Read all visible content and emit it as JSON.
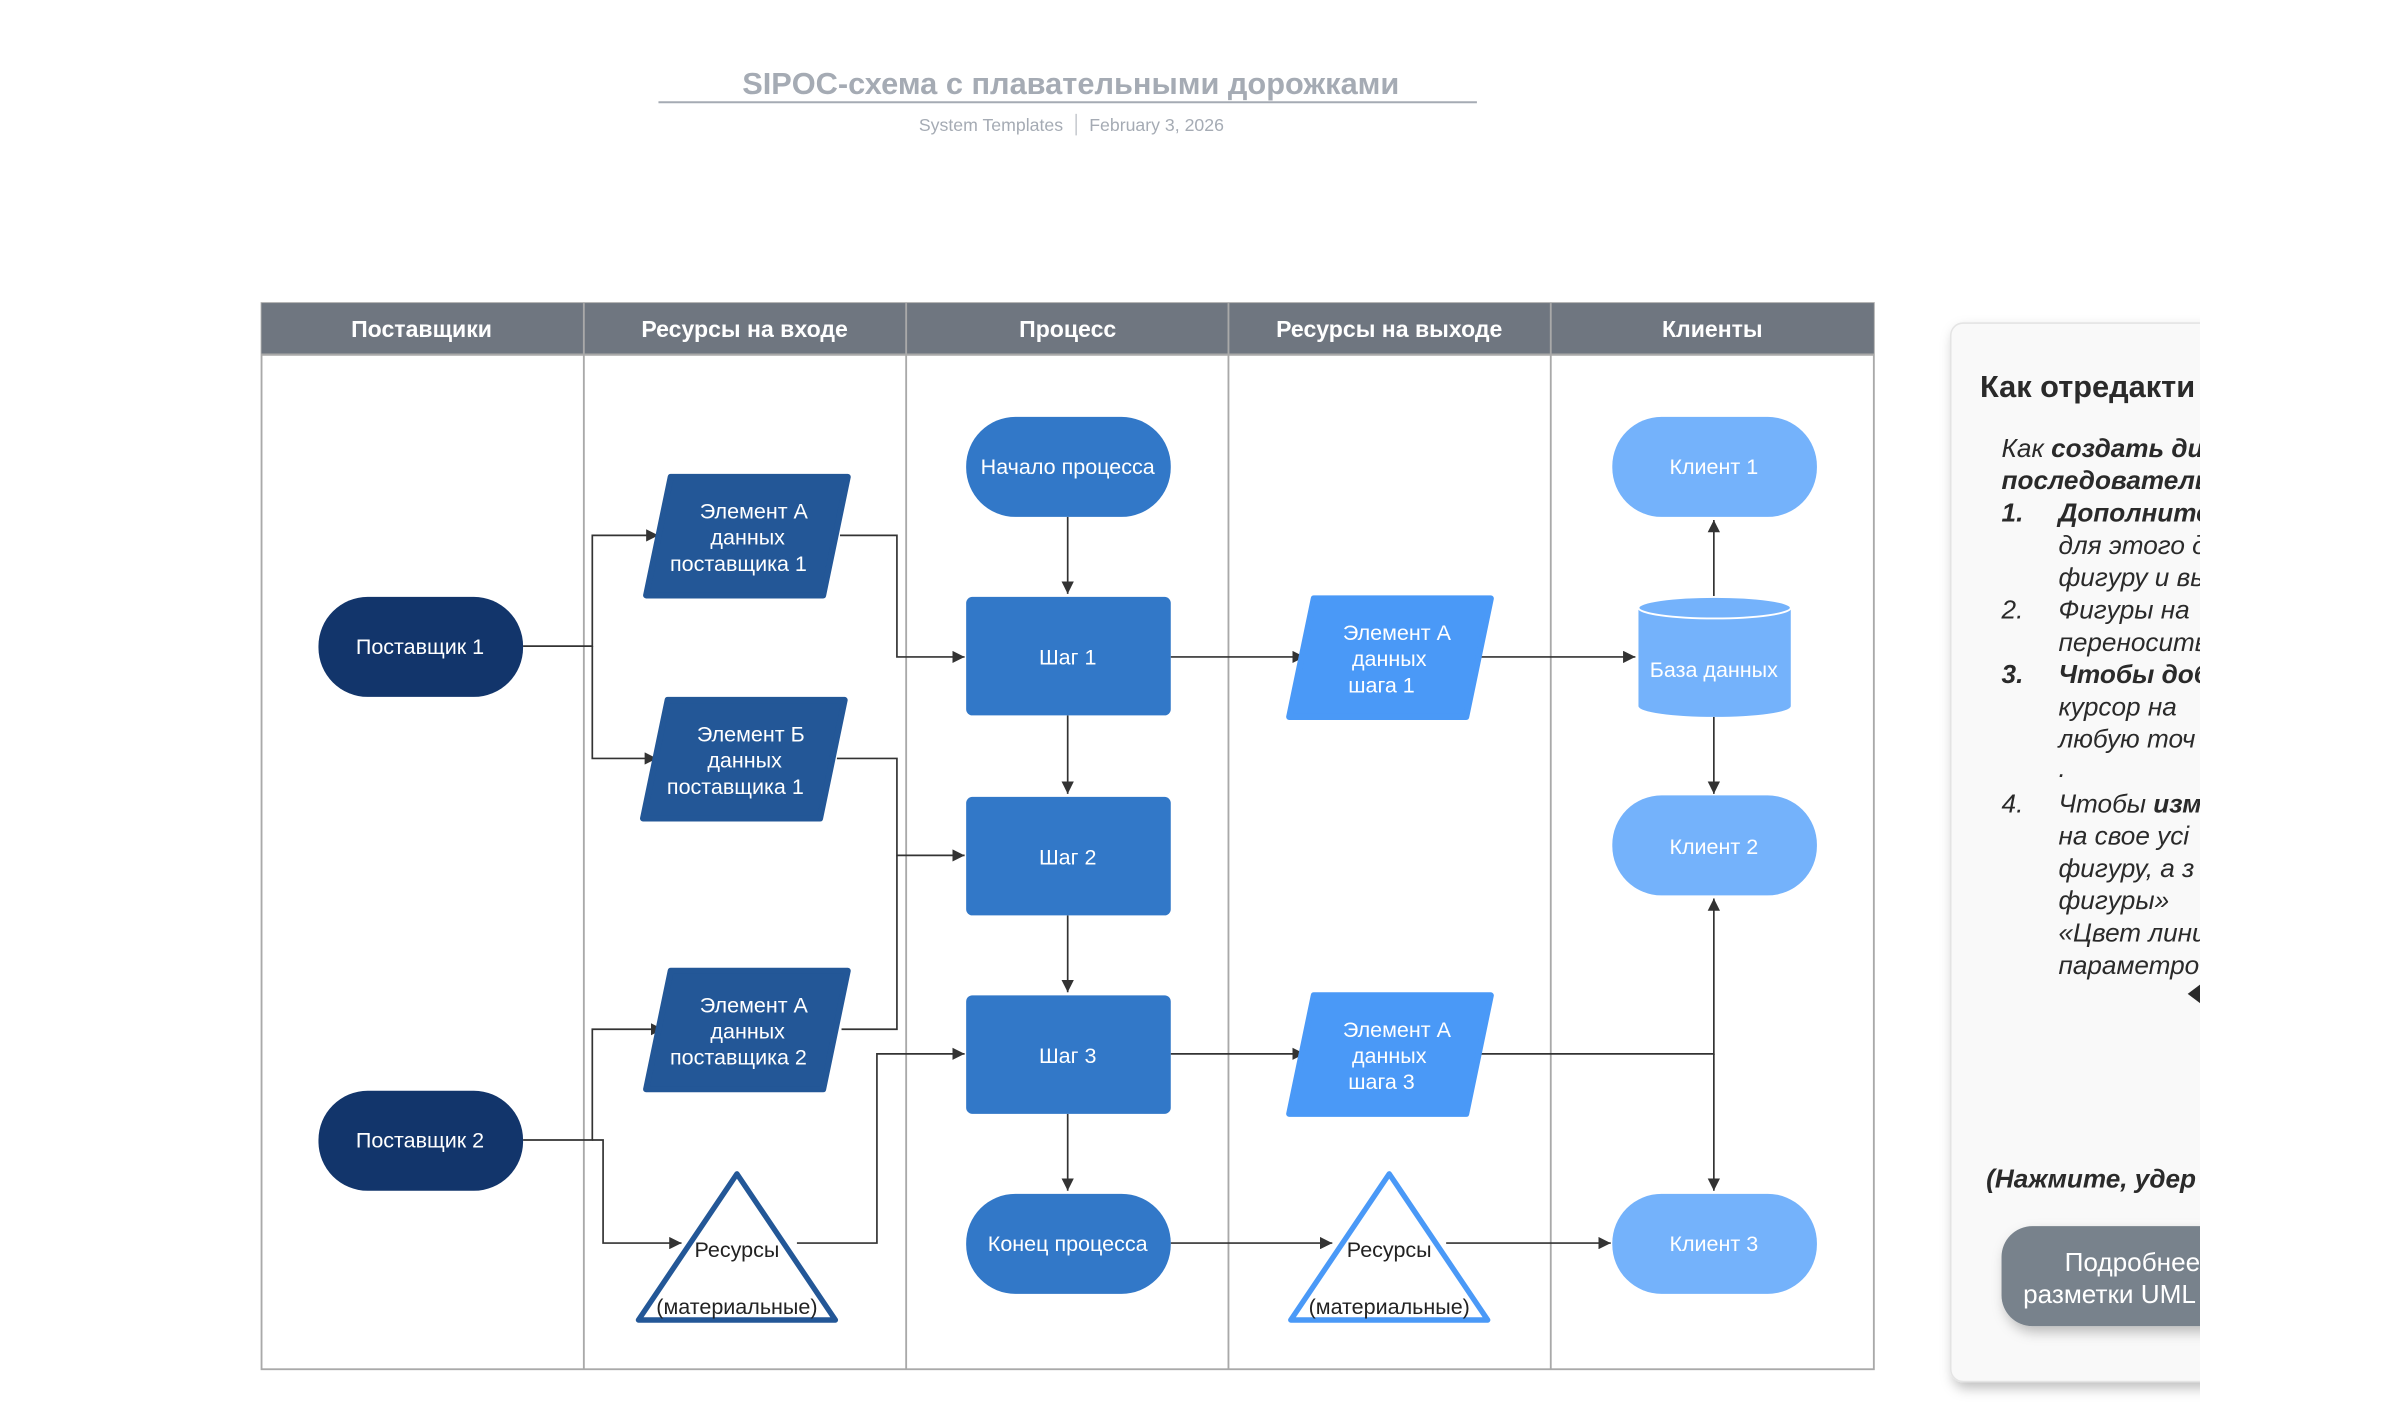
{
  "header": {
    "title": "SIPOC-схема с плавательными дорожками",
    "source": "System Templates",
    "date": "February 3, 2026"
  },
  "colors": {
    "lane_header": "#6f7680",
    "supplier": "#12356b",
    "input": "#235797",
    "process": "#3278c8",
    "output": "#4a99f7",
    "client": "#74b2fb",
    "title": "#a5abb4"
  },
  "lanes": [
    "Поставщики",
    "Ресурсы на входе",
    "Процесс",
    "Ресурсы на выходе",
    "Клиенты"
  ],
  "suppliers": [
    "Поставщик 1",
    "Поставщик 2"
  ],
  "inputs": {
    "a1": [
      "Элемент А",
      "данных",
      "поставщика 1"
    ],
    "b1": [
      "Элемент Б",
      "данных",
      "поставщика 1"
    ],
    "a2": [
      "Элемент А",
      "данных",
      "поставщика 2"
    ],
    "resources": [
      "Ресурсы",
      "(материальные)"
    ]
  },
  "process": {
    "start": "Начало процесса",
    "step1": "Шаг 1",
    "step2": "Шаг 2",
    "step3": "Шаг 3",
    "end": "Конец процесса"
  },
  "outputs": {
    "a_step1": [
      "Элемент А",
      "данных",
      "шага 1"
    ],
    "a_step3": [
      "Элемент А",
      "данных",
      "шага 3"
    ],
    "resources": [
      "Ресурсы",
      "(материальные)"
    ]
  },
  "clients": {
    "c1": "Клиент 1",
    "db": "База данных",
    "c2": "Клиент 2",
    "c3": "Клиент 3"
  },
  "panel": {
    "title": "Как отредакти",
    "intro_a": "Как ",
    "intro_b": "создать ди",
    "intro_c": "последователь",
    "items": [
      {
        "num": "1.",
        "lines": [
          "Дополните",
          "для этого д",
          "фигуру и вы"
        ]
      },
      {
        "num": "2.",
        "lines": [
          "Фигуры на",
          "переносить"
        ]
      },
      {
        "num": "3.",
        "lines": [
          "Чтобы доб",
          "курсор на",
          "любую точ",
          "."
        ]
      },
      {
        "num": "4.",
        "lines": [
          "Чтобы ",
          "изм",
          "на свое усі",
          "фигуру, а з",
          "фигуры»",
          "«Цвет лини",
          "параметро"
        ]
      }
    ],
    "hint": "(Нажмите, удер",
    "button": [
      "Подробнее",
      "разметки UML"
    ]
  }
}
